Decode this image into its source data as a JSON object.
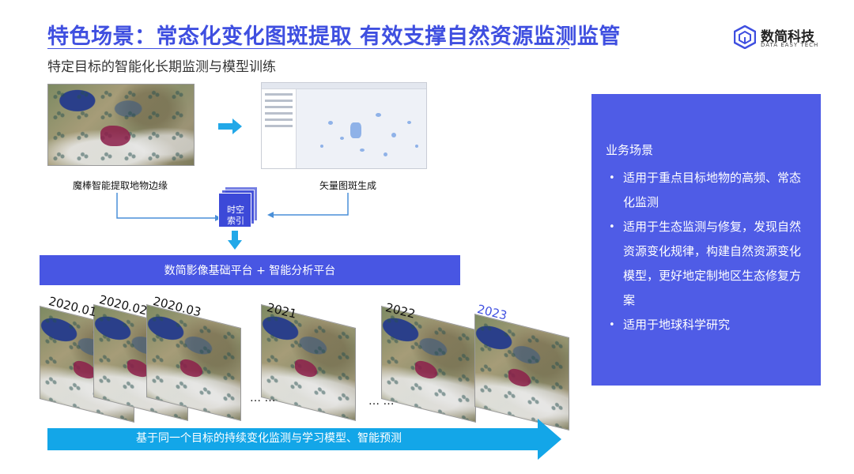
{
  "header": {
    "title": "特色场景：常态化变化图斑提取 有效支撑自然资源监测监管",
    "subtitle": "特定目标的智能化长期监测与模型训练"
  },
  "logo": {
    "name": "数简科技",
    "tagline": "DATA EASY TECH"
  },
  "workflow": {
    "magic_wand_label": "魔棒智能提取地物边缘",
    "vector_label": "矢量图斑生成",
    "index_label_line1": "时空",
    "index_label_line2": "索引",
    "platform_label": "数简影像基础平台 + 智能分析平台"
  },
  "timeline": {
    "years": [
      "2020.01",
      "2020.02",
      "2020.03",
      "2021",
      "2022",
      "2023"
    ],
    "ellipsis_1": "… …",
    "ellipsis_2": "… …",
    "arrow_label": "基于同一个目标的持续变化监测与学习模型、智能预测"
  },
  "side_panel": {
    "heading": "业务场景",
    "items": [
      "适用于重点目标地物的高频、常态化监测",
      "适用于生态监测与修复，发现自然资源变化规律，构建自然资源变化模型，更好地定制地区生态修复方案",
      "适用于地球科学研究"
    ]
  },
  "colors": {
    "brand_blue": "#3f4fe0",
    "panel_blue": "#4f5ce6",
    "arrow_cyan": "#13a6e8",
    "blob_red": "#8c1f4a"
  }
}
